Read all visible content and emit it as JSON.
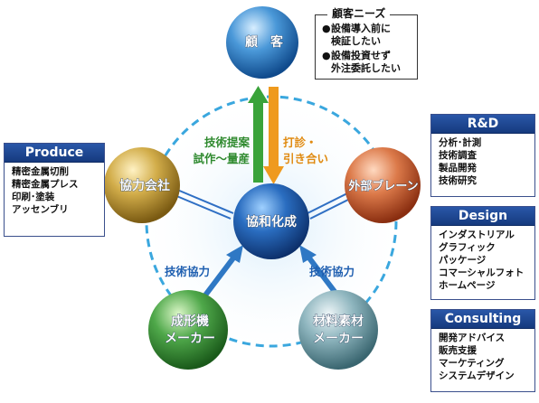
{
  "diagram": {
    "nodes": {
      "center": {
        "label": "協和化成"
      },
      "top": {
        "label": "顧　客"
      },
      "left": {
        "label": "協力会社"
      },
      "right": {
        "label": "外部ブレーン"
      },
      "bottom_left": {
        "label_line1": "成形機",
        "label_line2": "メーカー"
      },
      "bottom_right": {
        "label_line1": "材料素材",
        "label_line2": "メーカー"
      }
    },
    "edge_labels": {
      "green_line1": "技術提案",
      "green_line2": "試作～量産",
      "orange_line1": "打診・",
      "orange_line2": "引き合い",
      "bottom_left": "技術協力",
      "bottom_right": "技術協力"
    },
    "customer_needs": {
      "title": "顧客ニーズ",
      "items": [
        {
          "line1": "設備導入前に",
          "line2": "検証したい"
        },
        {
          "line1": "設備投資せず",
          "line2": "外注委託したい"
        }
      ],
      "bullet": "●"
    },
    "panels": {
      "produce": {
        "title": "Produce",
        "items": [
          "精密金属切削",
          "精密金属プレス",
          "印刷･塗装",
          "アッセンブリ"
        ]
      },
      "rnd": {
        "title": "R&D",
        "items": [
          "分析･計測",
          "技術調査",
          "製品開発",
          "技術研究"
        ]
      },
      "design": {
        "title": "Design",
        "items": [
          "インダストリアル",
          "グラフィック",
          "パッケージ",
          "コマーシャルフォト",
          "ホームページ"
        ]
      },
      "consulting": {
        "title": "Consulting",
        "items": [
          "開発アドバイス",
          "販売支援",
          "マーケティング",
          "システムデザイン"
        ]
      }
    },
    "colors": {
      "center": "#1f5fb0",
      "top": "#2a7fc4",
      "left": "#c9a23a",
      "right": "#d9683a",
      "bottom_left": "#3e9a3a",
      "bottom_right": "#7ea6b0",
      "green_arrow": "#3aa33a",
      "orange_arrow": "#ef9a1e",
      "blue_arrow": "#2f78c4",
      "dashed_ring": "#3aa7de",
      "panel_header": "#1e4a96"
    }
  }
}
